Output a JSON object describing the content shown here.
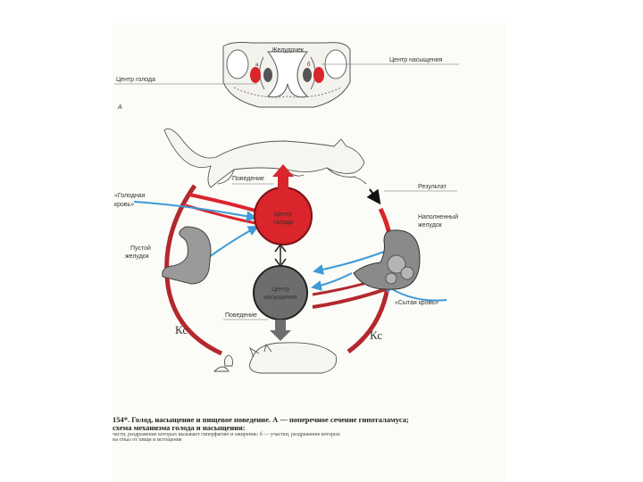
{
  "labels": {
    "stomach_top": "Желудочек",
    "satiety_center_top": "Центр насыщения",
    "hunger_center_top": "Центр голода",
    "panel_a": "А",
    "behavior_top": "Поведение",
    "result": "Результат",
    "hungry_blood_1": "«Голодная",
    "hungry_blood_2": "кровь»",
    "full_stomach_1": "Наполненный",
    "full_stomach_2": "желудок",
    "empty_stomach_1": "Пустой",
    "empty_stomach_2": "желудок",
    "hunger_center_1": "Центр",
    "hunger_center_2": "голода",
    "satiety_center_1": "Центр",
    "satiety_center_2": "насыщения",
    "satiated_blood": "«Сытая кровь»",
    "behavior_bottom": "Поведение",
    "kc_left": "Кс",
    "kc_right": "Кс",
    "slice_letter_a": "а",
    "slice_letter_b": "б"
  },
  "caption": {
    "line1": "154*. Голод, насыщение и пищевое поведение. А — поперечное сечение гипоталамуса;",
    "line2": "схема механизма голода и насыщения:",
    "line3": "части, раздражение которых вызывает гиперфагию и ожирение; б — участки, раздражение которых",
    "line4": "на отказ от пищи и истощение"
  },
  "colors": {
    "red": "#d9252b",
    "dark_red": "#b3282d",
    "gray": "#6d6d6d",
    "blue": "#3c9ad6"
  }
}
